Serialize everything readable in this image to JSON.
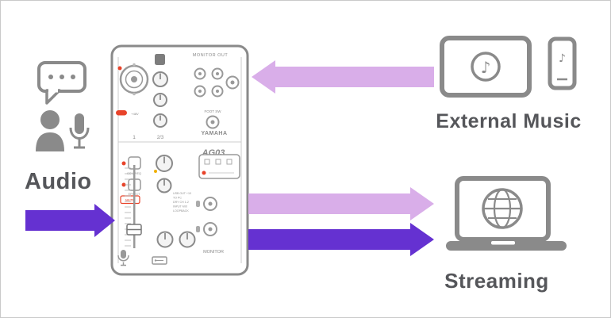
{
  "colors": {
    "arrow_light": "#d9aee9",
    "arrow_dark": "#6531d1",
    "icon_gray": "#8a8a8a",
    "text_gray": "#55565a",
    "mixer_red": "#e8432a",
    "amber": "#f0b000"
  },
  "labels": {
    "audio": "Audio",
    "external_music": "External Music",
    "streaming": "Streaming"
  },
  "mixer": {
    "monitor_out": "MONITOR OUT",
    "foot_sw": "FOOT SW",
    "phantom": "+48V",
    "channel_1": "1",
    "channel_23": "2/3",
    "brand": "YAMAHA",
    "model": "AG03",
    "comp_eq": "COMP/EQ",
    "effect": "EFFECT",
    "mute": "MUTE",
    "monitor": "MONITOR",
    "panel_lines": [
      "USB OUT +10",
      "TO PC",
      "DRY CH 1-2",
      "INPUT MIX",
      "LOOPBACK"
    ]
  }
}
